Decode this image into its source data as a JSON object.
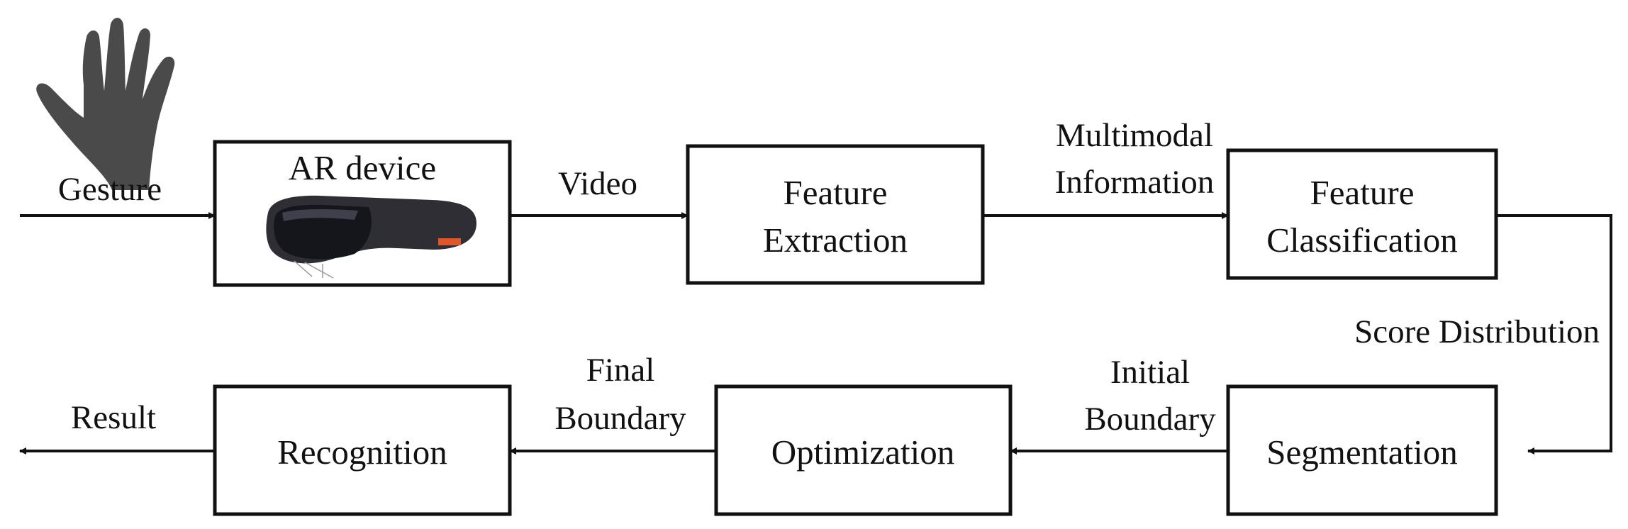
{
  "input_label": "Gesture",
  "nodes": {
    "ar_device": {
      "label": "AR device"
    },
    "feature_extraction": {
      "line1": "Feature",
      "line2": "Extraction"
    },
    "feature_classification": {
      "line1": "Feature",
      "line2": "Classification"
    },
    "segmentation": {
      "label": "Segmentation"
    },
    "optimization": {
      "label": "Optimization"
    },
    "recognition": {
      "label": "Recognition"
    }
  },
  "edges": {
    "video": "Video",
    "multimodal_line1": "Multimodal",
    "multimodal_line2": "Information",
    "score_distribution": "Score Distribution",
    "initial_line1": "Initial",
    "initial_line2": "Boundary",
    "final_line1": "Final",
    "final_line2": "Boundary",
    "result": "Result"
  },
  "icons": {
    "hand": "hand-icon",
    "headset": "ar-headset-icon"
  },
  "colors": {
    "hand": "#4a4a4a",
    "headset_body": "#2e2e34",
    "headset_visor": "#15161c",
    "headset_accent": "#e0562a"
  }
}
